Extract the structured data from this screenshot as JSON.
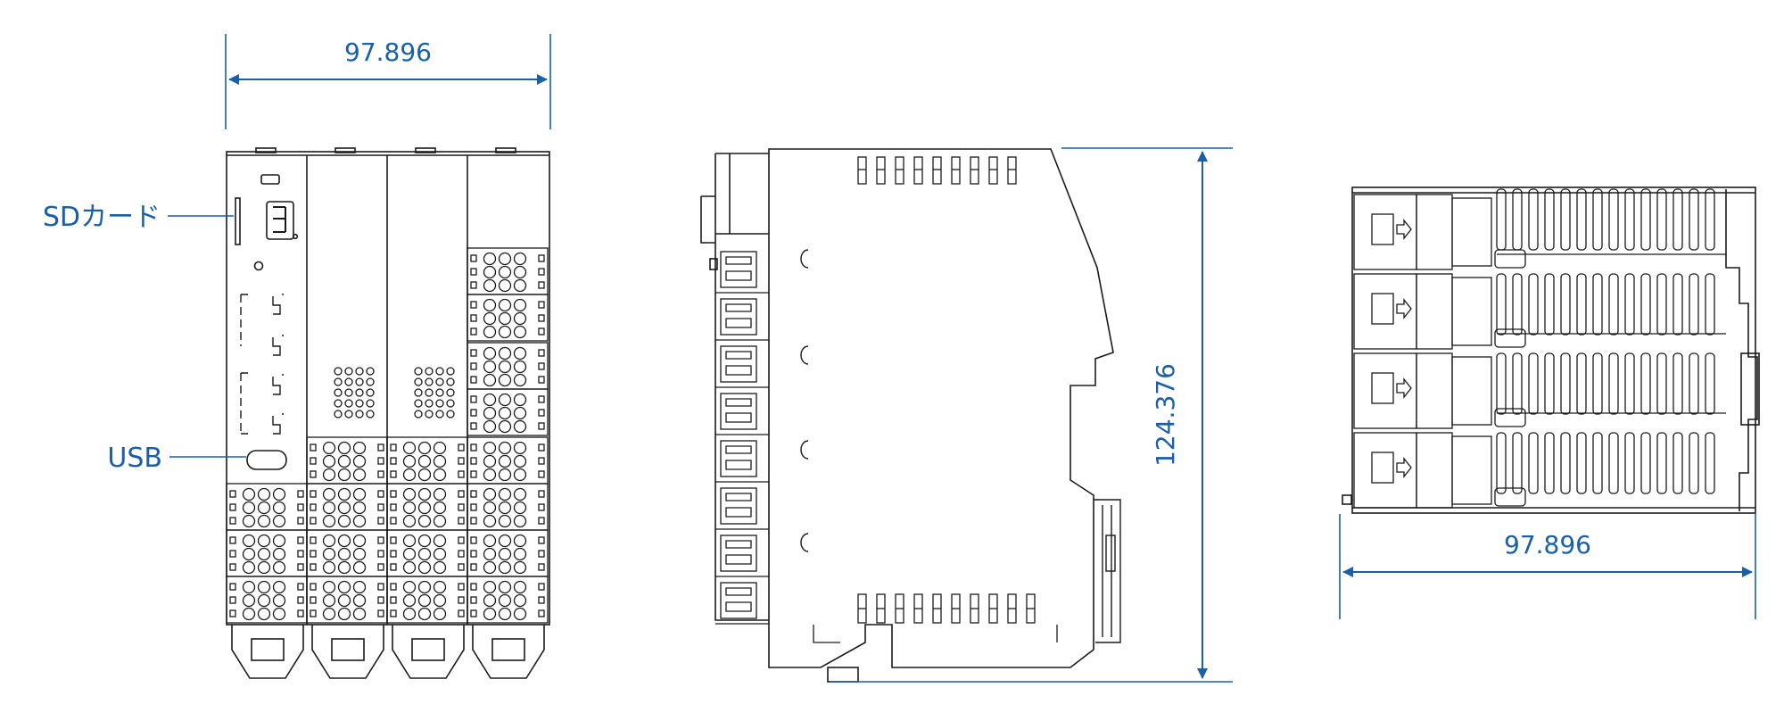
{
  "colors": {
    "dimension": "#1a5fa8",
    "drawing": "#1a1a1a",
    "background": "#ffffff"
  },
  "front_view": {
    "width_label": "97.896",
    "callouts": {
      "sd_card": "SDカード",
      "usb": "USB"
    }
  },
  "side_view": {
    "height_label": "124.376"
  },
  "top_view": {
    "width_label": "97.896"
  }
}
